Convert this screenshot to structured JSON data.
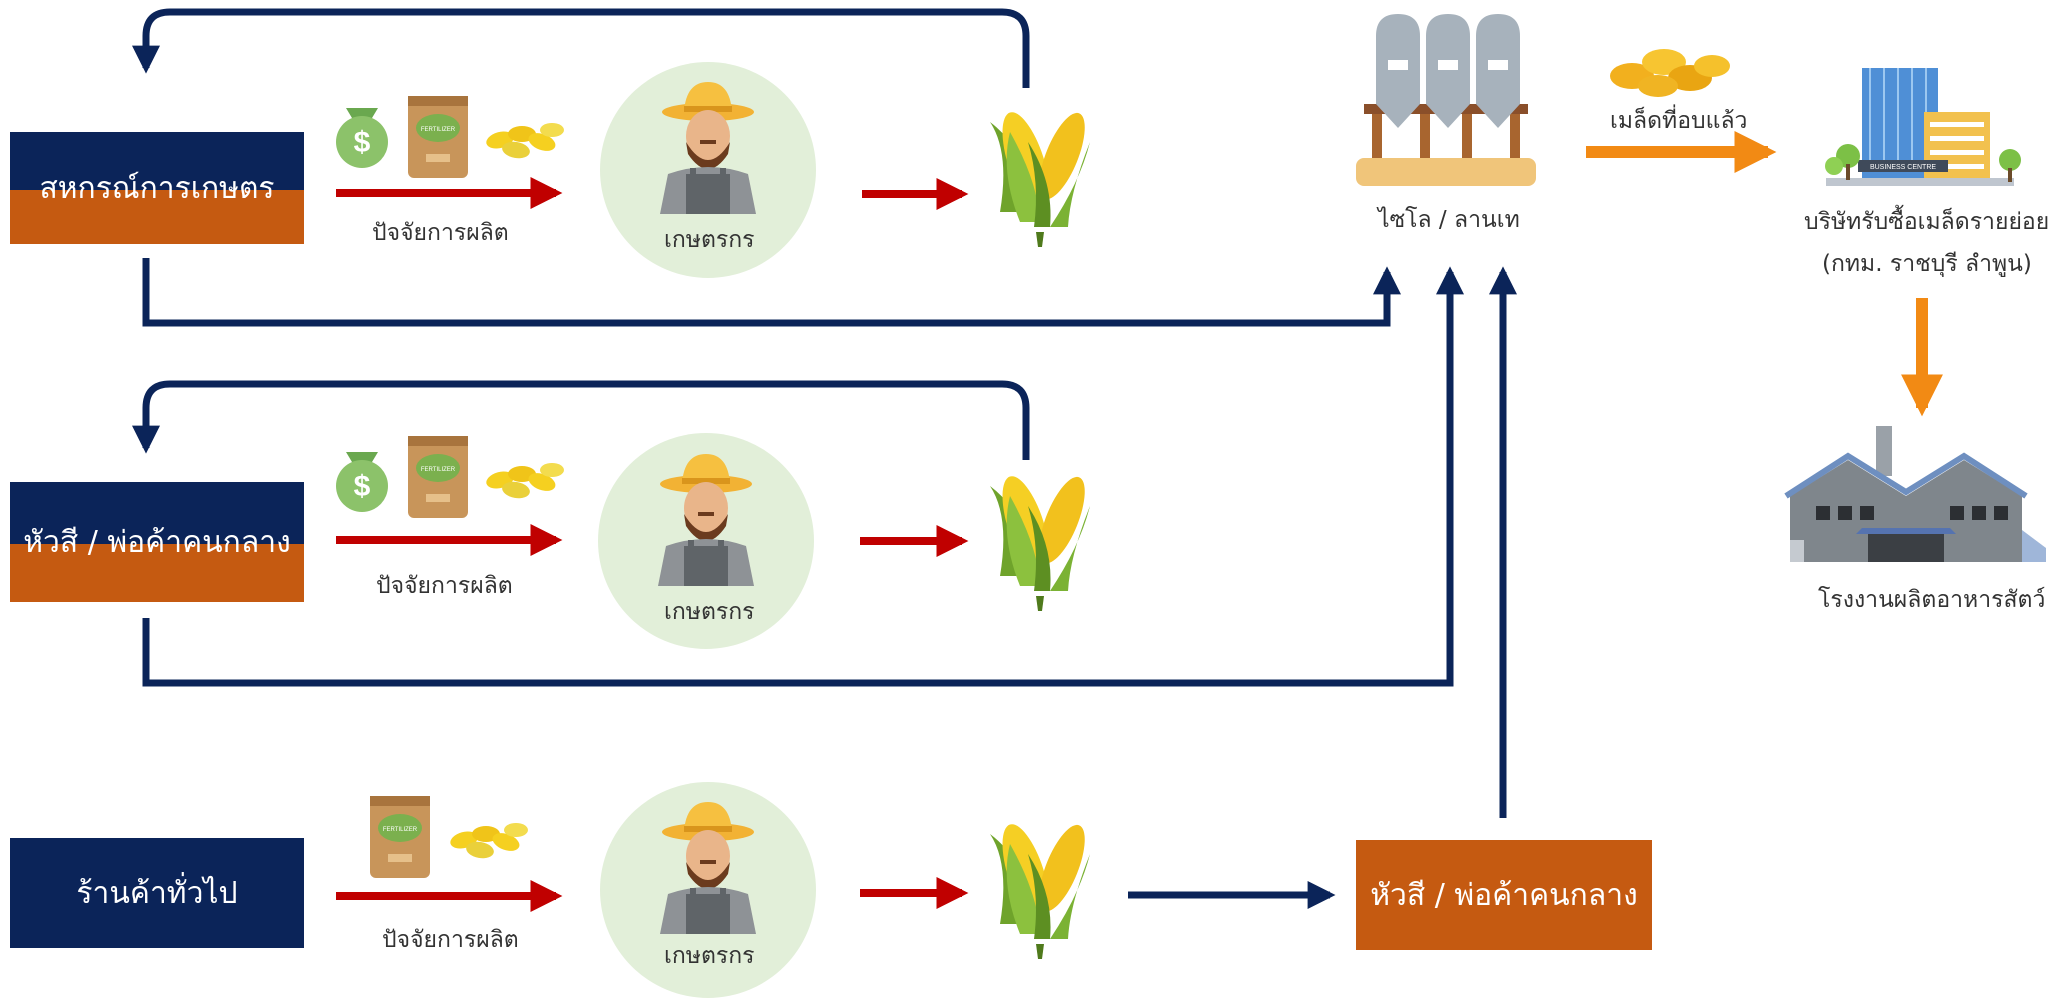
{
  "sources": [
    {
      "name": "สหกรณ์การเกษตร"
    },
    {
      "name": "หัวสี / พ่อค้าคนกลาง"
    },
    {
      "name": "ร้านค้าทั่วไป"
    }
  ],
  "inputs_label": "ปัจจัยการผลิต",
  "farmer_label": "เกษตรกร",
  "middleman_box": "หัวสี / พ่อค้าคนกลาง",
  "silo_label": "ไซโล / ลานเท",
  "dried_seed_label": "เมล็ดที่อบแล้ว",
  "buyer_label_line1": "บริษัทรับซื้อเมล็ดรายย่อย",
  "buyer_label_line2": "(กทม. ราชบุรี ลำพูน)",
  "factory_label": "โรงงานผลิตอาหารสัตว์",
  "fertilizer_text": "FERTILIZER",
  "business_centre_text": "BUSINESS CENTRE",
  "colors": {
    "navy": "#0b2459",
    "orange_box": "#c55a11",
    "red_arrow": "#c00000",
    "orange_arrow": "#f28a14",
    "circle_bg": "#e2efd9"
  }
}
